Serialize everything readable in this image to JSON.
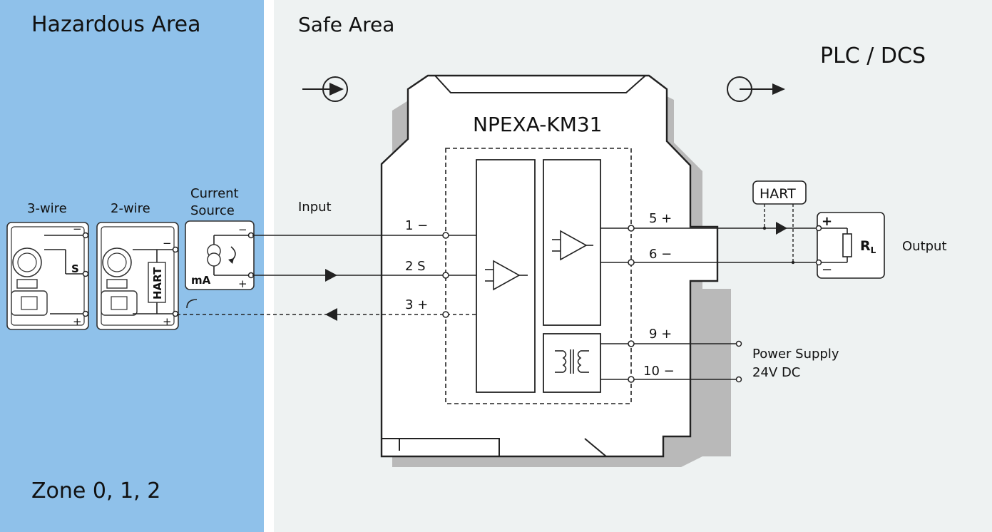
{
  "zones": {
    "hazardous": {
      "title": "Hazardous Area",
      "zone_label": "Zone 0, 1, 2",
      "color": "#8fc1ea"
    },
    "safe": {
      "title": "Safe Area",
      "color": "#eef2f2"
    }
  },
  "plc_label": "PLC / DCS",
  "module": {
    "name": "NPEXA-KM31"
  },
  "field_devices": {
    "three_wire": "3-wire",
    "two_wire": "2-wire",
    "current_source_line1": "Current",
    "current_source_line2": "Source",
    "hart_label": "HART",
    "ma_label": "mA",
    "s_label": "S",
    "minus": "−",
    "plus": "+"
  },
  "input_label": "Input",
  "terminals": {
    "t1": "1 −",
    "t2": "2 S",
    "t3": "3 +",
    "t5": "5 +",
    "t6": "6 −",
    "t9": "9 +",
    "t10": "10 −"
  },
  "output": {
    "hart_label": "HART",
    "rl_label": "R",
    "rl_sub": "L",
    "label": "Output",
    "plus": "+",
    "minus": "−"
  },
  "power": {
    "line1": "Power Supply",
    "line2": "24V DC"
  },
  "icons": [
    "flow-in-icon",
    "flow-out-icon",
    "current-source-icon",
    "transformer-icon",
    "amplifier-icon",
    "transmitter-icon"
  ]
}
